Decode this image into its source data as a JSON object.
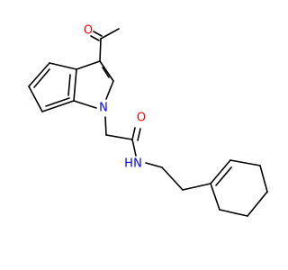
{
  "molecule": {
    "atom_labels": {
      "ketone_oxygen": "O",
      "indole_nitrogen": "N",
      "amide_oxygen": "O",
      "amide_nitrogen": "N",
      "amide_hydrogen": "H"
    },
    "colors": {
      "background": "#ffffff",
      "bond": "#000000",
      "oxygen": "#ff0000",
      "nitrogen": "#0000ff"
    }
  }
}
